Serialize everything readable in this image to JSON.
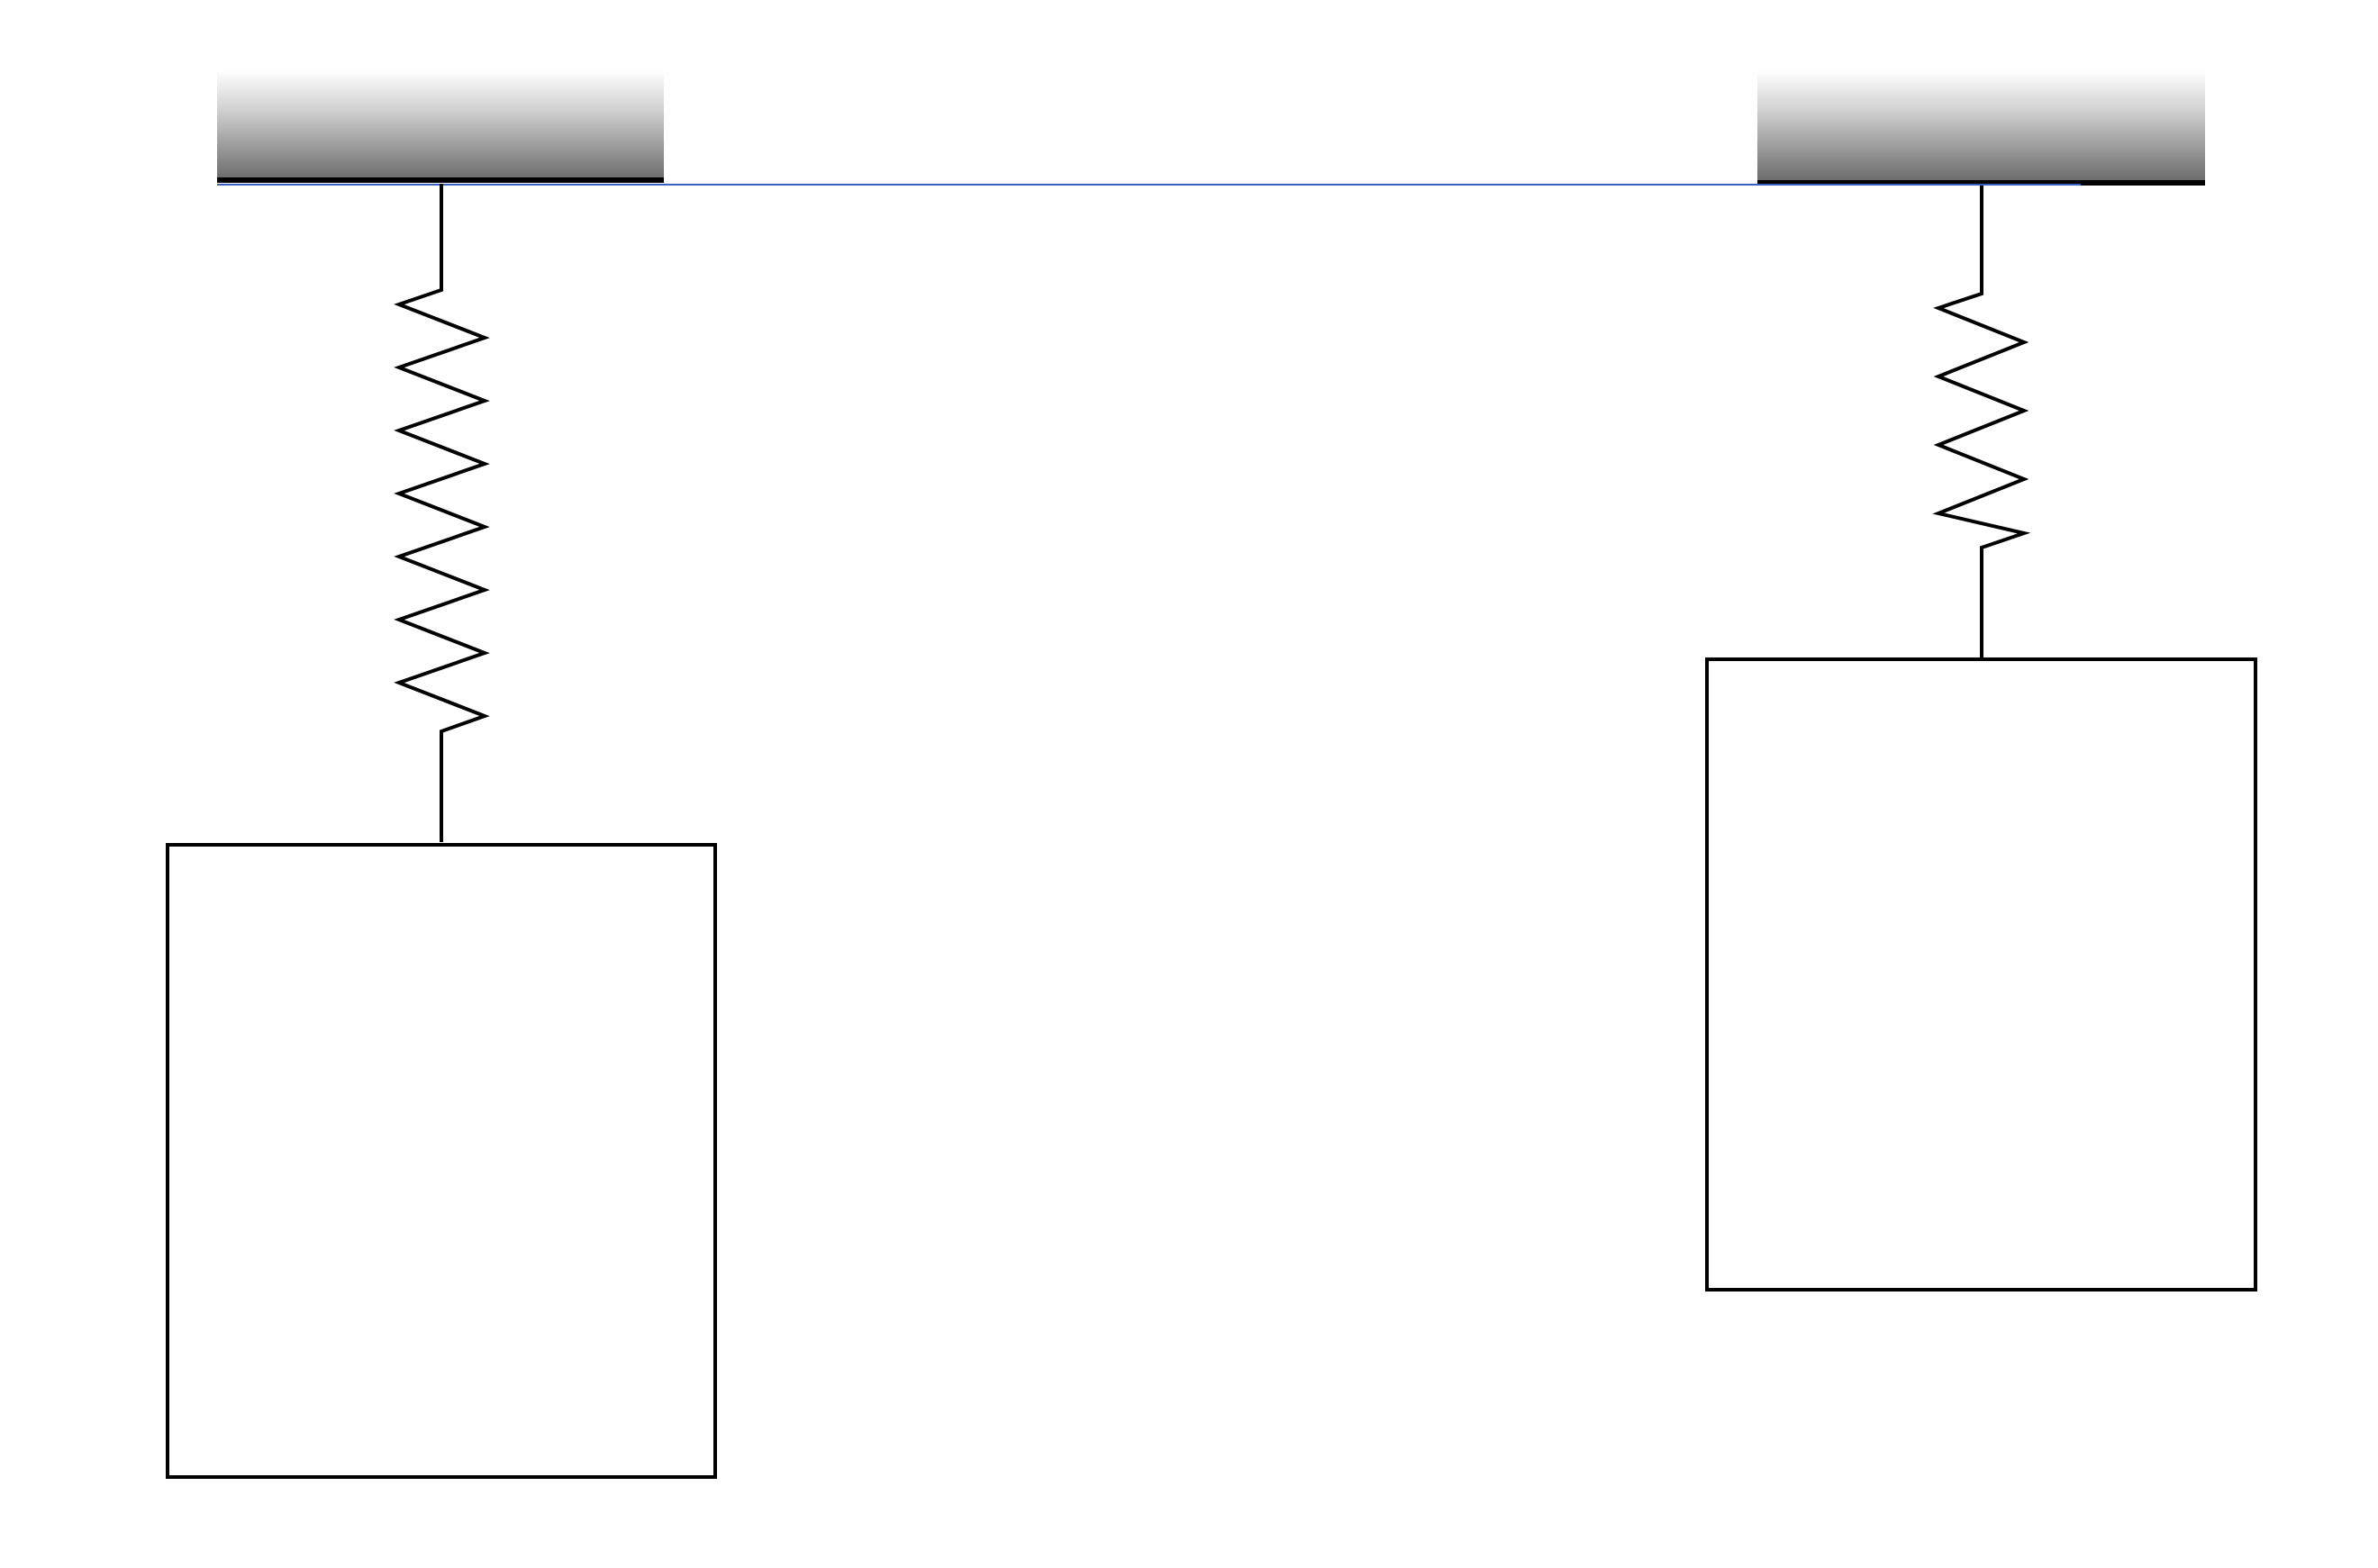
{
  "diagram": {
    "colors": {
      "background": "#ffffff",
      "stroke": "#000000",
      "reference_line": "#3a5fbf",
      "ceiling_top": "#ffffff",
      "ceiling_bottom": "#6e6e6e"
    },
    "left_system": {
      "support": "ceiling-block",
      "spring_icon": "spring-coil-icon",
      "spring_coils": 7,
      "mass": "box"
    },
    "right_system": {
      "support": "ceiling-block",
      "spring_icon": "spring-coil-icon",
      "spring_coils": 4,
      "mass": "box"
    }
  }
}
